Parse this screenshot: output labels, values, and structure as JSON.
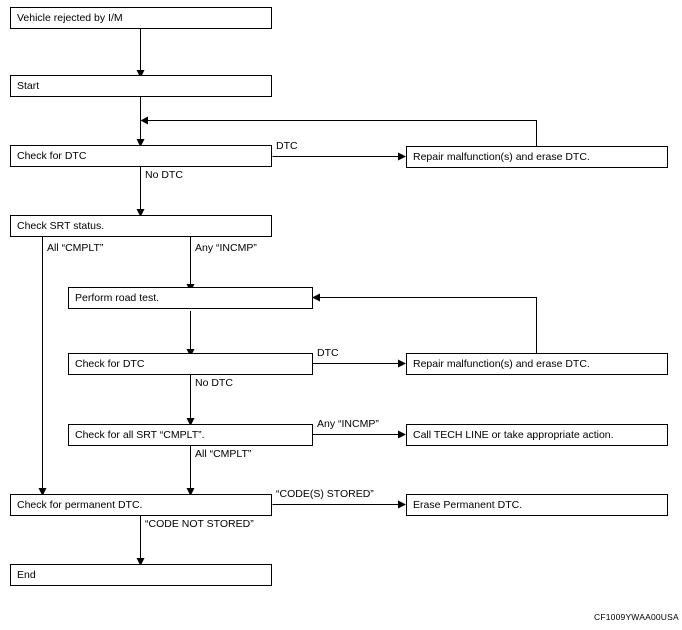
{
  "diagram": {
    "title_code": "CF1009YWAA00USA",
    "nodes": [
      {
        "id": "vehicle_rejected",
        "label": "Vehicle rejected by I/M"
      },
      {
        "id": "start",
        "label": "Start"
      },
      {
        "id": "check_dtc_1",
        "label": "Check for DTC"
      },
      {
        "id": "repair_1",
        "label": "Repair malfunction(s) and erase DTC."
      },
      {
        "id": "check_srt_status",
        "label": "Check SRT status."
      },
      {
        "id": "perform_road_test",
        "label": "Perform road test."
      },
      {
        "id": "check_dtc_2",
        "label": "Check for DTC"
      },
      {
        "id": "repair_2",
        "label": "Repair malfunction(s) and erase DTC."
      },
      {
        "id": "check_all_srt_cmplt",
        "label": "Check for all SRT “CMPLT”."
      },
      {
        "id": "call_tech_line",
        "label": "Call TECH LINE or take appropriate action."
      },
      {
        "id": "check_permanent_dtc",
        "label": "Check for permanent DTC."
      },
      {
        "id": "erase_permanent_dtc",
        "label": "Erase Permanent DTC."
      },
      {
        "id": "end",
        "label": "End"
      }
    ],
    "edge_labels": [
      {
        "id": "dtc_1",
        "text": "DTC"
      },
      {
        "id": "no_dtc_1",
        "text": "No DTC"
      },
      {
        "id": "all_cmplt_1",
        "text": "All “CMPLT”"
      },
      {
        "id": "any_incmp_1",
        "text": "Any “INCMP”"
      },
      {
        "id": "dtc_2",
        "text": "DTC"
      },
      {
        "id": "no_dtc_2",
        "text": "No DTC"
      },
      {
        "id": "any_incmp_2",
        "text": "Any “INCMP”"
      },
      {
        "id": "all_cmplt_2",
        "text": "All “CMPLT”"
      },
      {
        "id": "codes_stored",
        "text": "“CODE(S) STORED”"
      },
      {
        "id": "code_not_stored",
        "text": "“CODE NOT STORED”"
      }
    ]
  }
}
